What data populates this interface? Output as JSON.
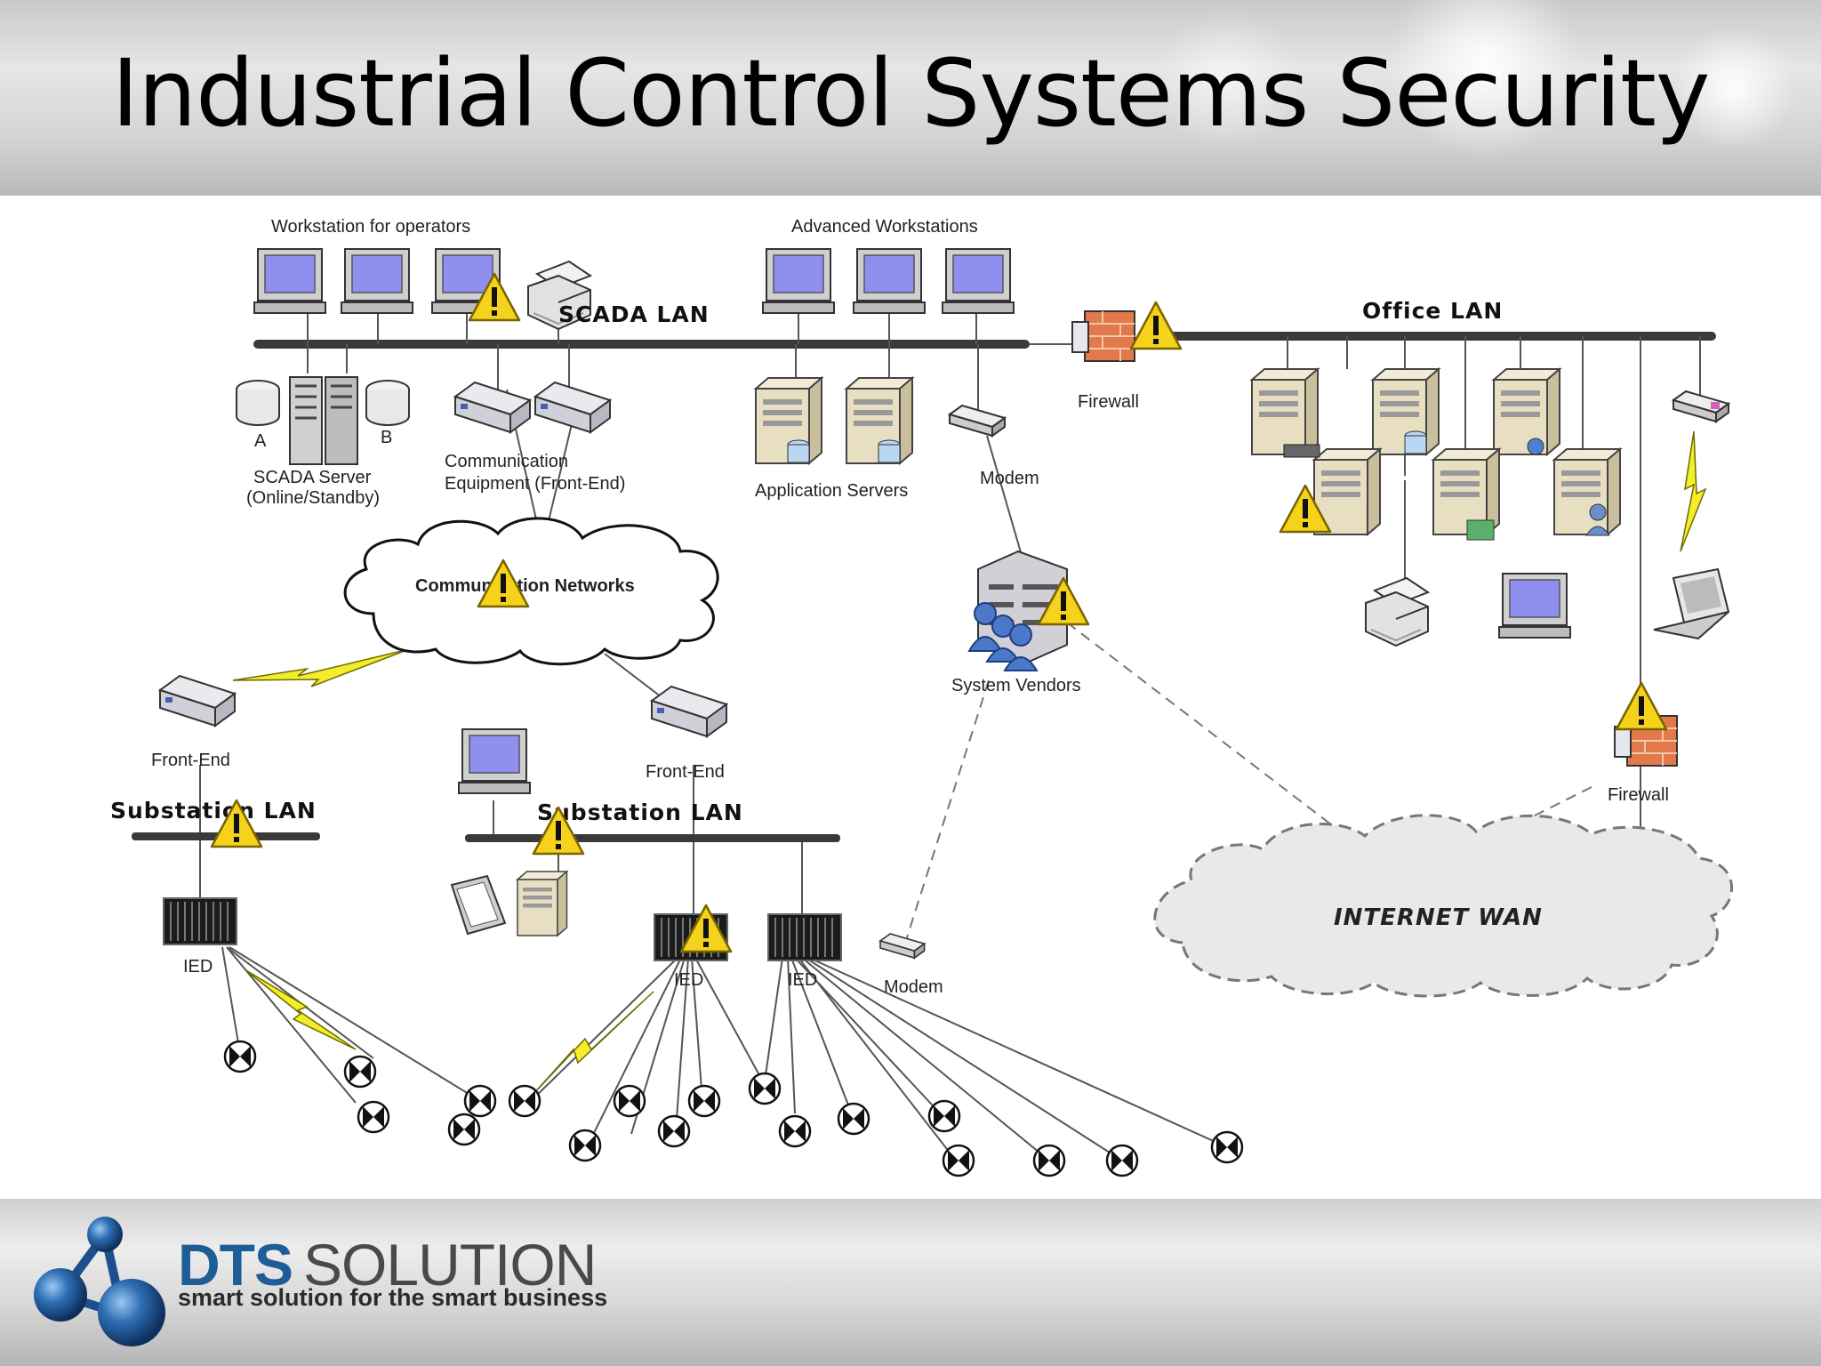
{
  "slide": {
    "title": "Industrial Control Systems Security"
  },
  "diagram": {
    "labels": {
      "workstation_operators": "Workstation for operators",
      "advanced_workstations": "Advanced Workstations",
      "scada_lan": "SCADA LAN",
      "office_lan": "Office LAN",
      "firewall_top": "Firewall",
      "firewall_bottom": "Firewall",
      "server_a": "A",
      "server_b": "B",
      "scada_server_1": "SCADA Server",
      "scada_server_2": "(Online/Standby)",
      "comm_equipment_1": "Communication",
      "comm_equipment_2": "Equipment (Front-End)",
      "application_servers": "Application Servers",
      "modem_top": "Modem",
      "communication_networks": "Communication Networks",
      "system_vendors": "System Vendors",
      "front_end_left": "Front-End",
      "front_end_mid": "Front-End",
      "substation_lan_left": "Substation LAN",
      "substation_lan_mid": "Substation LAN",
      "ied_1": "IED",
      "ied_2": "IED",
      "ied_3": "IED",
      "modem_bottom": "Modem",
      "internet_wan": "INTERNET WAN"
    },
    "colors": {
      "warning": "#f5d21c",
      "screen": "#8f8ff0",
      "firewall": "#e2794a",
      "bus": "#3a3a3a",
      "lightning": "#f2ef2a"
    }
  },
  "footer": {
    "brand_primary": "DTS",
    "brand_secondary": "SOLUTION",
    "tagline": "smart solution for the smart business"
  }
}
